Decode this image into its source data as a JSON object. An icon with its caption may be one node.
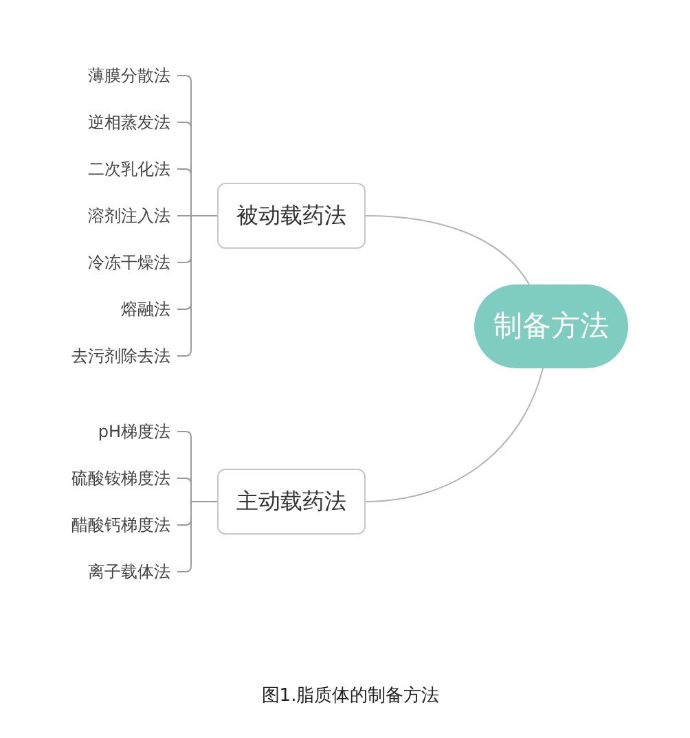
{
  "diagram": {
    "caption": "图1.脂质体的制备方法",
    "nodes": [
      {
        "text": [
          "制备方法"
        ]
      },
      {
        "text": [
          "被动载药法"
        ]
      },
      {
        "text": [
          "薄膜分散法"
        ]
      },
      {
        "text": [
          "逆相蒸发法"
        ]
      },
      {
        "text": [
          "二次乳化法"
        ]
      },
      {
        "text": [
          "溶剂注入法"
        ]
      },
      {
        "text": [
          "冷冻干燥法"
        ]
      },
      {
        "text": [
          "熔融法"
        ]
      },
      {
        "text": [
          "去污剂除去法"
        ]
      },
      {
        "text": [
          "主动载药法"
        ]
      },
      {
        "text": [
          "pH梯度法"
        ]
      },
      {
        "text": [
          "硫酸铵梯度法"
        ]
      },
      {
        "text": [
          "醋酸钙梯度法"
        ]
      },
      {
        "text": [
          "离子载体法"
        ]
      }
    ],
    "edges": [
      {
        "from": 0,
        "to": 1,
        "arrow": "none"
      },
      {
        "from": 1,
        "to": 2,
        "arrow": "none"
      },
      {
        "from": 1,
        "to": 3,
        "arrow": "none"
      },
      {
        "from": 1,
        "to": 4,
        "arrow": "none"
      },
      {
        "from": 1,
        "to": 5,
        "arrow": "none"
      },
      {
        "from": 1,
        "to": 6,
        "arrow": "none"
      },
      {
        "from": 1,
        "to": 7,
        "arrow": "none"
      },
      {
        "from": 1,
        "to": 8,
        "arrow": "none"
      },
      {
        "from": 0,
        "to": 9,
        "arrow": "none"
      },
      {
        "from": 9,
        "to": 10,
        "arrow": "none"
      },
      {
        "from": 9,
        "to": 11,
        "arrow": "none"
      },
      {
        "from": 9,
        "to": 12,
        "arrow": "none"
      },
      {
        "from": 9,
        "to": 13,
        "arrow": "none"
      }
    ]
  }
}
